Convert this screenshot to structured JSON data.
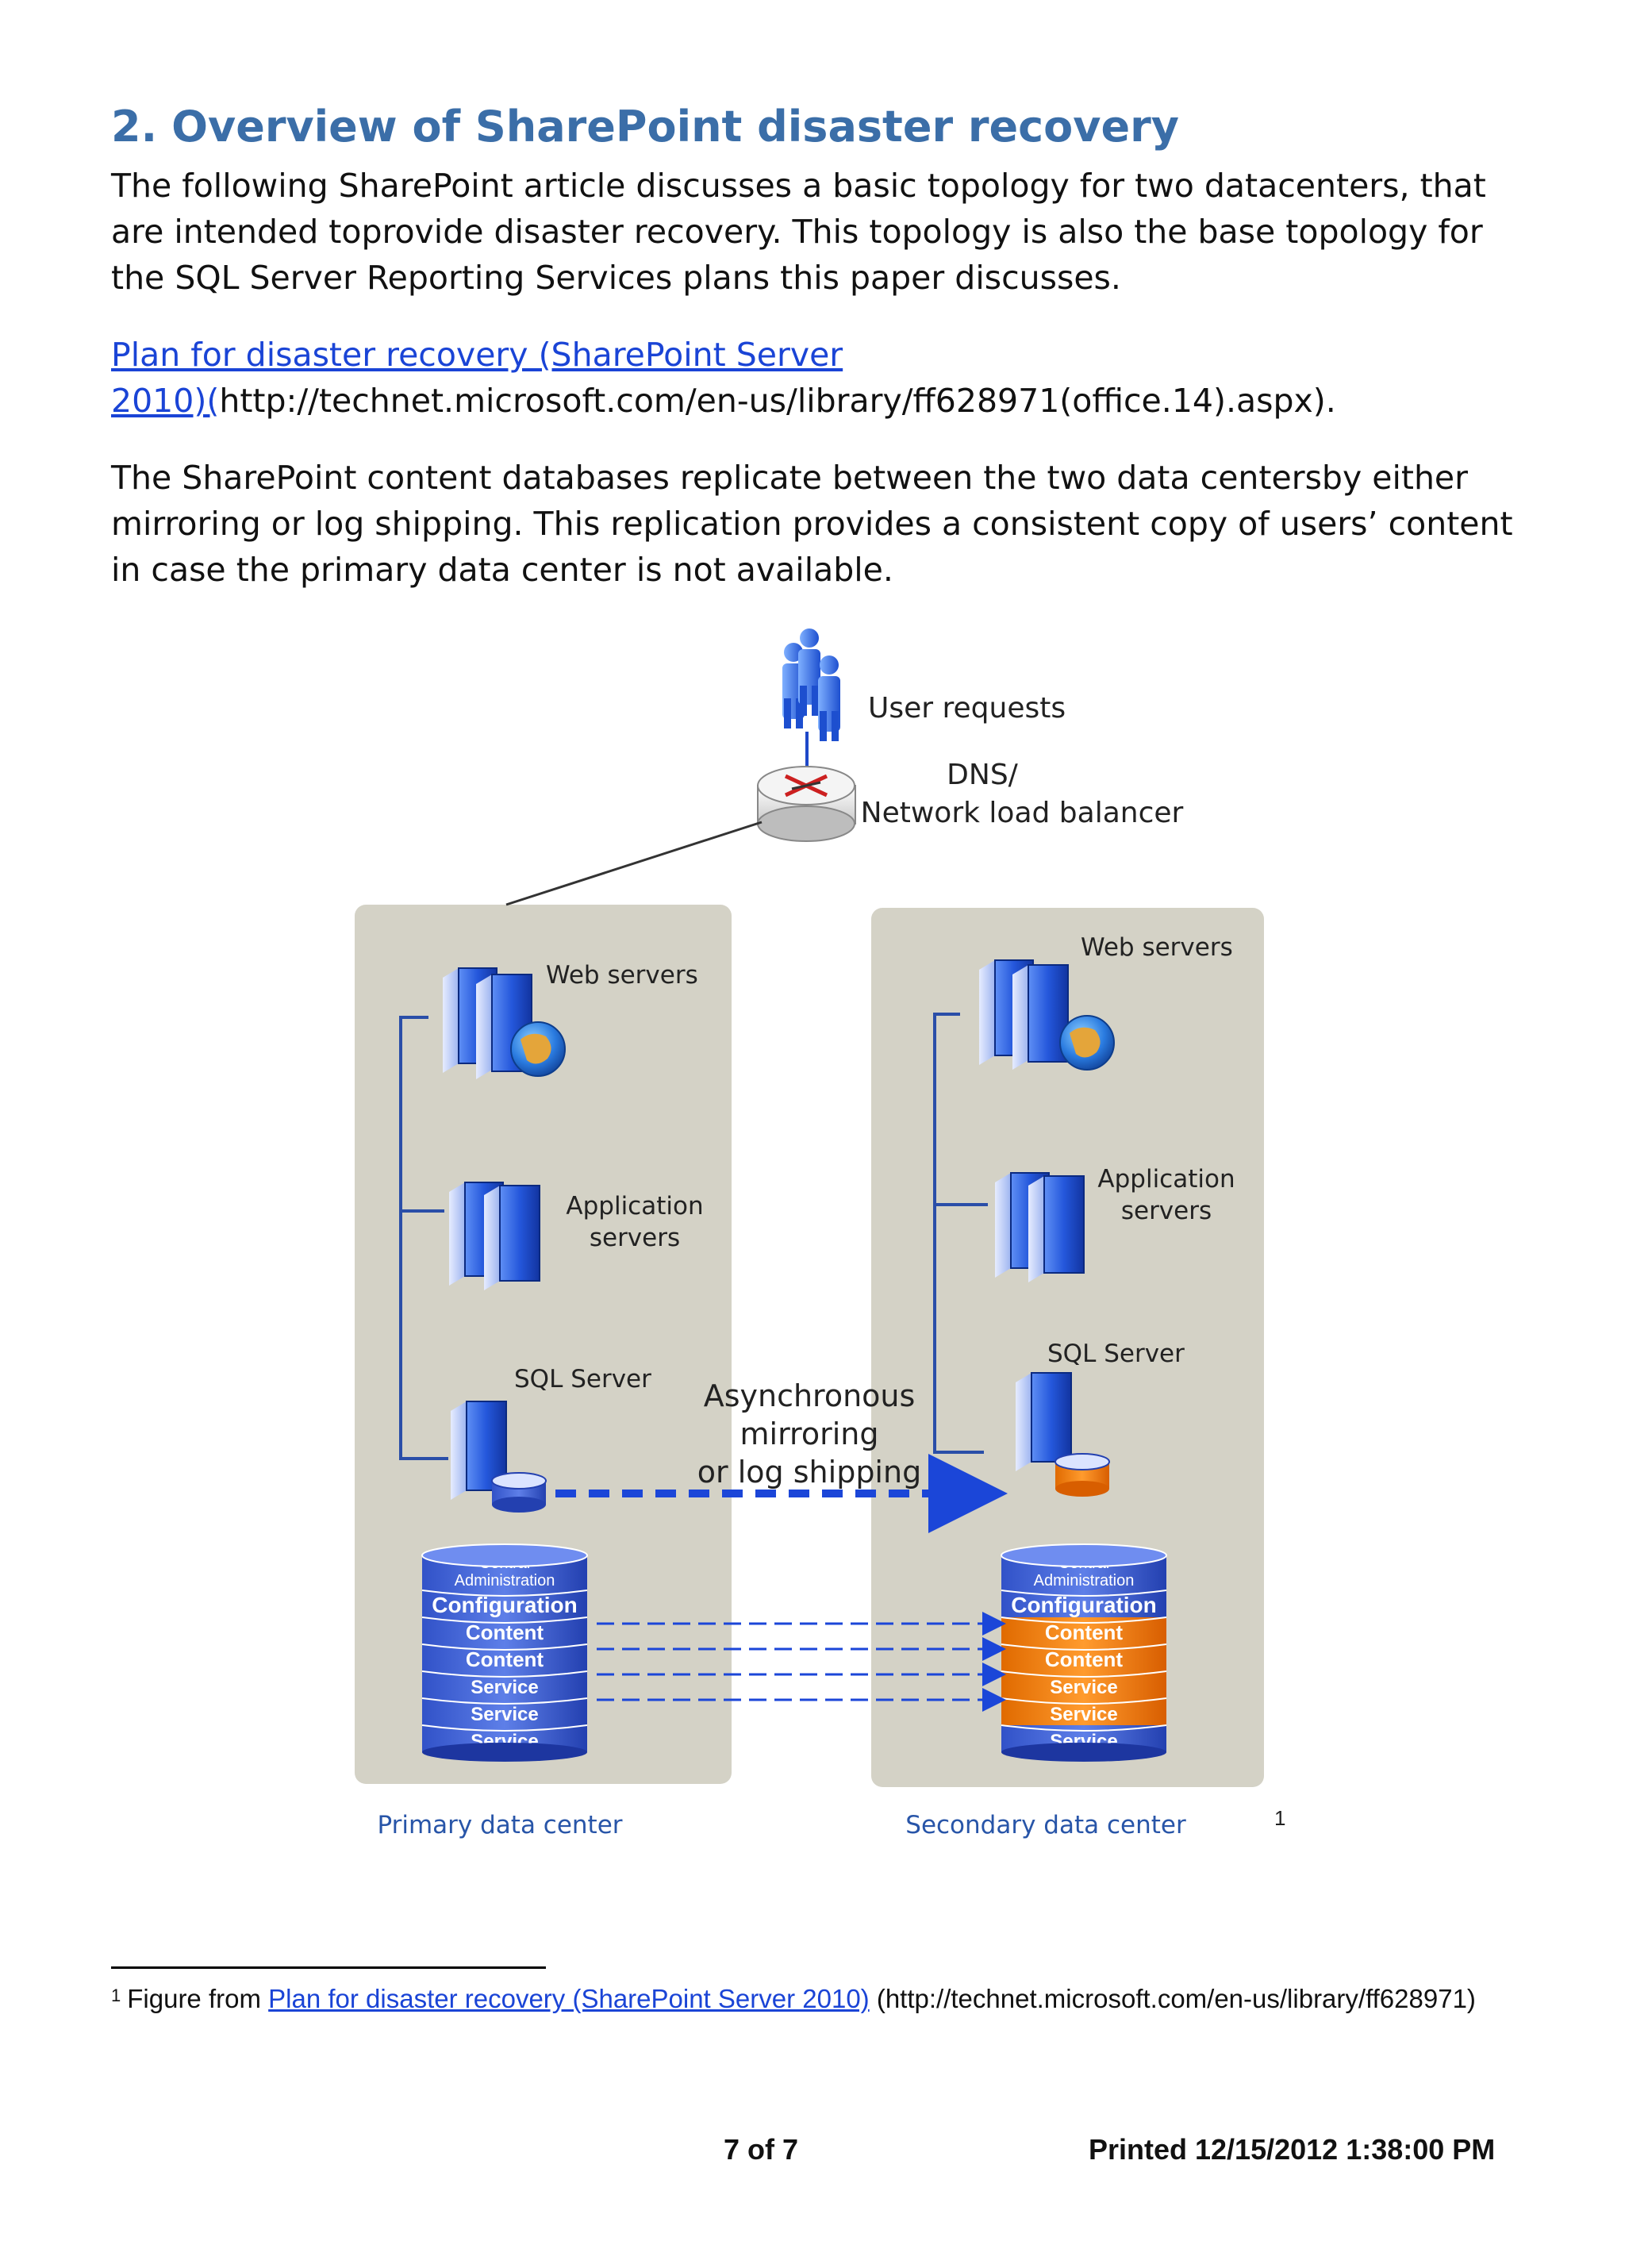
{
  "section": {
    "number": "2.",
    "title": "Overview of SharePoint disaster recovery"
  },
  "paragraphs": {
    "p1": "The following SharePoint article discusses a basic topology for two datacenters, that are intended toprovide disaster recovery. This topology is also the base topology for the SQL Server Reporting Services plans this paper discusses.",
    "p2_link_line1": "Plan for disaster recovery (SharePoint Server",
    "p2_link_line2": "2010)(",
    "p2_url": "http://technet.microsoft.com/en-us/library/ff628971(office.14).aspx).",
    "p3": "The SharePoint content databases replicate between the two data centersby either mirroring or log shipping. This replication provides a consistent copy of users’ content in case the primary data center is not available."
  },
  "diagram": {
    "user_requests": "User requests",
    "dns_line1": "DNS/",
    "dns_line2": "Network load balancer",
    "primary": {
      "web_servers": "Web servers",
      "app_line1": "Application",
      "app_line2": "servers",
      "sql_server": "SQL Server",
      "db_layers": [
        "Central",
        "Administration",
        "Configuration",
        "Content",
        "Content",
        "Service",
        "Service",
        "Service"
      ],
      "caption": "Primary data center"
    },
    "secondary": {
      "web_servers": "Web servers",
      "app_line1": "Application",
      "app_line2": "servers",
      "sql_server": "SQL Server",
      "db_layers": [
        "Central",
        "Administration",
        "Configuration",
        "Content",
        "Content",
        "Service",
        "Service",
        "Service"
      ],
      "caption": "Secondary data center"
    },
    "mirror_line1": "Asynchronous",
    "mirror_line2": "mirroring",
    "mirror_line3": "or log shipping",
    "footnote_ref": "1",
    "colors": {
      "panel": "#d4d2c6",
      "server_blue": "#1e4fd0",
      "db_blue": "#2244c8",
      "db_orange": "#f27e0c",
      "arrow": "#1b46d8",
      "caption": "#2855a8"
    }
  },
  "footnote": {
    "marker": "1",
    "prefix": "Figure from",
    "link": "Plan for disaster recovery (SharePoint Server 2010)",
    "rest": "(http://technet.microsoft.com/en-us/library/ff628971)"
  },
  "footer": {
    "page": "7 of 7",
    "printed": "Printed 12/15/2012 1:38:00 PM"
  }
}
